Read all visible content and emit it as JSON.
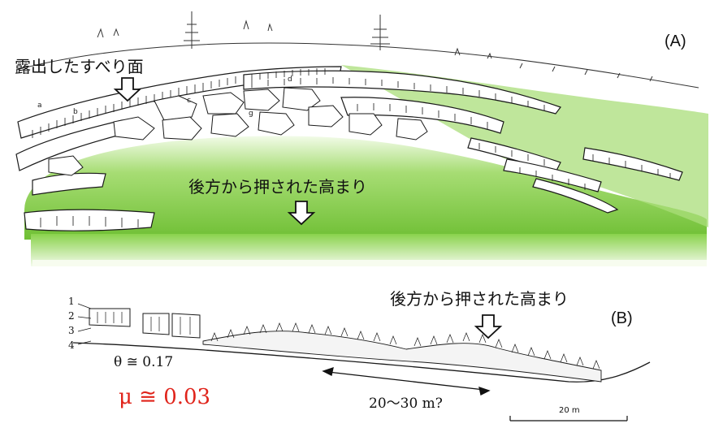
{
  "panel_a": {
    "letter": "(A)",
    "label_exposed_surface": "露出したすべり面",
    "label_pushed_rise": "後方から押された高まり",
    "sketch_letters": [
      "a",
      "b",
      "c",
      "d",
      "g"
    ]
  },
  "panel_b": {
    "letter": "(B)",
    "label_pushed_rise": "後方から押された高まり",
    "layer_numbers": [
      "1",
      "2",
      "3",
      "4"
    ],
    "theta": "θ ≅ 0.17",
    "mu": "μ ≅ 0.03",
    "distance": "20〜30 m?",
    "scale_label": "20 m"
  },
  "colors": {
    "green": "#7ccb3c",
    "green_light": "#e8f7d6",
    "mu_red": "#e0241b",
    "ink": "#1a1a1a"
  }
}
